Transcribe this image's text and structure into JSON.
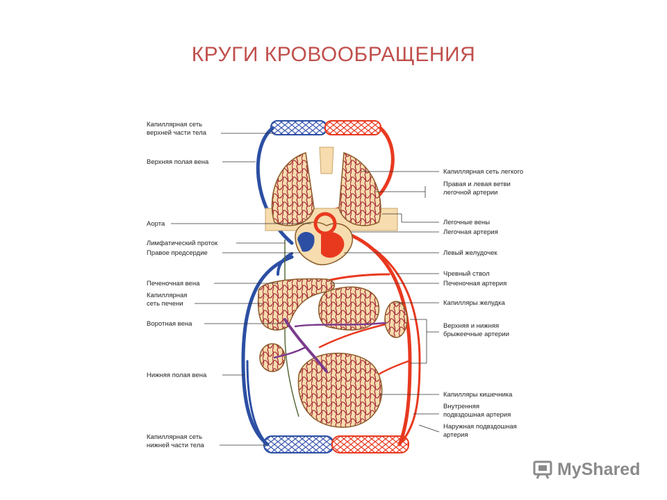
{
  "page": {
    "title": "КРУГИ КРОВООБРАЩЕНИЯ"
  },
  "diagram": {
    "colors": {
      "artery": "#e8391f",
      "vein": "#2c4fa3",
      "organ": "#f6dcae",
      "capillary": "#a8313a",
      "portal": "#7b3b8c",
      "lymph": "#5a6b3a"
    },
    "labels_left": [
      "Капиллярная сеть",
      "верхней части тела",
      "Верхняя полая вена",
      "Аорта",
      "Лимфатический проток",
      "Правое предсердие",
      "Печеночная вена",
      "Капиллярная",
      "сеть печени",
      "Воротная вена",
      "Нижняя полая вена",
      "Капиллярная сеть",
      "нижней части тела"
    ],
    "labels_right": [
      "Капиллярная сеть легкого",
      "Правая и левая ветви",
      "легочной артерии",
      "Легочные вены",
      "Легочная артерия",
      "Левый желудочек",
      "Чревный ствол",
      "Печеночная артерия",
      "Капилляры желудка",
      "Верхняя и нижняя",
      "брыжеечные артерии",
      "Капилляры кишечника",
      "Внутренняя",
      "подвздошная артерия",
      "Наружная подвздошная",
      "артерия"
    ]
  },
  "logo": {
    "text": "MyShared",
    "icon": "slides-icon"
  }
}
